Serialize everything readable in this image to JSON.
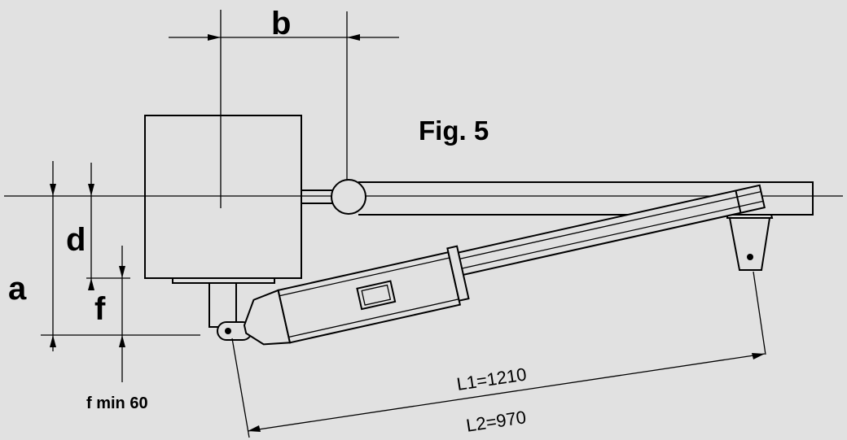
{
  "figure": {
    "title": "Fig. 5"
  },
  "dimensions": {
    "a": "a",
    "b": "b",
    "d": "d",
    "f": "f",
    "f_min": "f min 60",
    "l1": "L1=1210",
    "l2": "L2=970"
  },
  "colors": {
    "background": "#e1e1e1",
    "line": "#000000"
  }
}
